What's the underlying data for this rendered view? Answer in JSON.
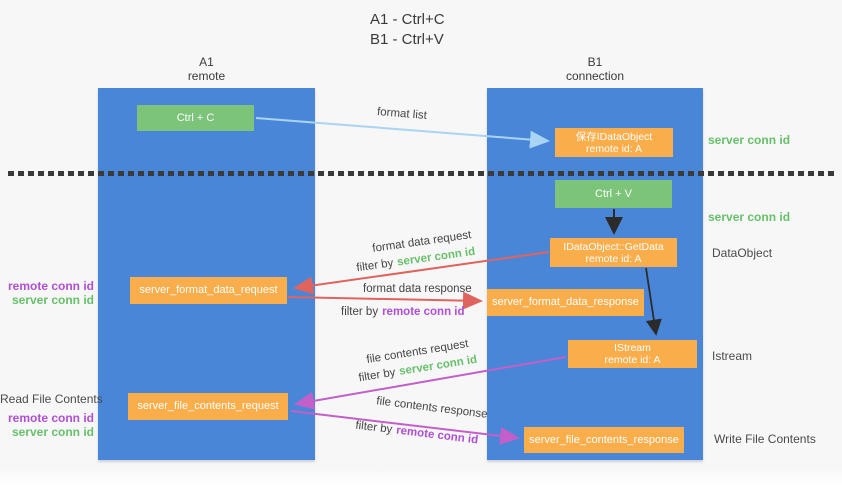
{
  "title": {
    "line1": "A1 - Ctrl+C",
    "line2": "B1 - Ctrl+V"
  },
  "lanes": {
    "left": {
      "id": "A1",
      "role": "remote"
    },
    "right": {
      "id": "B1",
      "role": "connection"
    }
  },
  "nodes": {
    "ctrl_c": {
      "label": "Ctrl + C"
    },
    "ctrl_v": {
      "label": "Ctrl + V"
    },
    "save_idataobject": {
      "line1": "保存IDataObject",
      "line2": "remote id: A"
    },
    "getdata": {
      "line1": "IDataObject::GetData",
      "line2": "remote id: A"
    },
    "istream": {
      "line1": "IStream",
      "line2": "remote id: A"
    },
    "server_format_data_request": {
      "label": "server_format_data_request"
    },
    "server_format_data_response": {
      "label": "server_format_data_response"
    },
    "server_file_contents_request": {
      "label": "server_file_contents_request"
    },
    "server_file_contents_response": {
      "label": "server_file_contents_response"
    }
  },
  "flow_labels": {
    "format_list": "format list",
    "format_data_request": "format data request",
    "format_data_response": "format data response",
    "file_contents_request": "file contents request",
    "file_contents_response": "file contents response",
    "filter_by": "filter by",
    "server_conn_id": "server conn id",
    "remote_conn_id": "remote conn id"
  },
  "side_labels": {
    "server_conn_id_right_top": "server conn id",
    "server_conn_id_right_mid": "server conn id",
    "dataobject": "DataObject",
    "istream": "Istream",
    "write_file_contents": "Write File Contents",
    "read_file_contents": "Read File Contents",
    "remote_conn_id_left": "remote conn id",
    "server_conn_id_left": "server conn id"
  },
  "colors": {
    "lane_blue": "#4a86d8",
    "node_green": "#7cc479",
    "node_orange": "#f9ad4b",
    "arrow_lightblue": "#aad4f3",
    "arrow_red": "#e0645e",
    "arrow_magenta": "#c35fc8",
    "arrow_black": "#2b2b2b",
    "conn_id_green": "#67c06a",
    "conn_id_purple": "#b04fd2"
  }
}
